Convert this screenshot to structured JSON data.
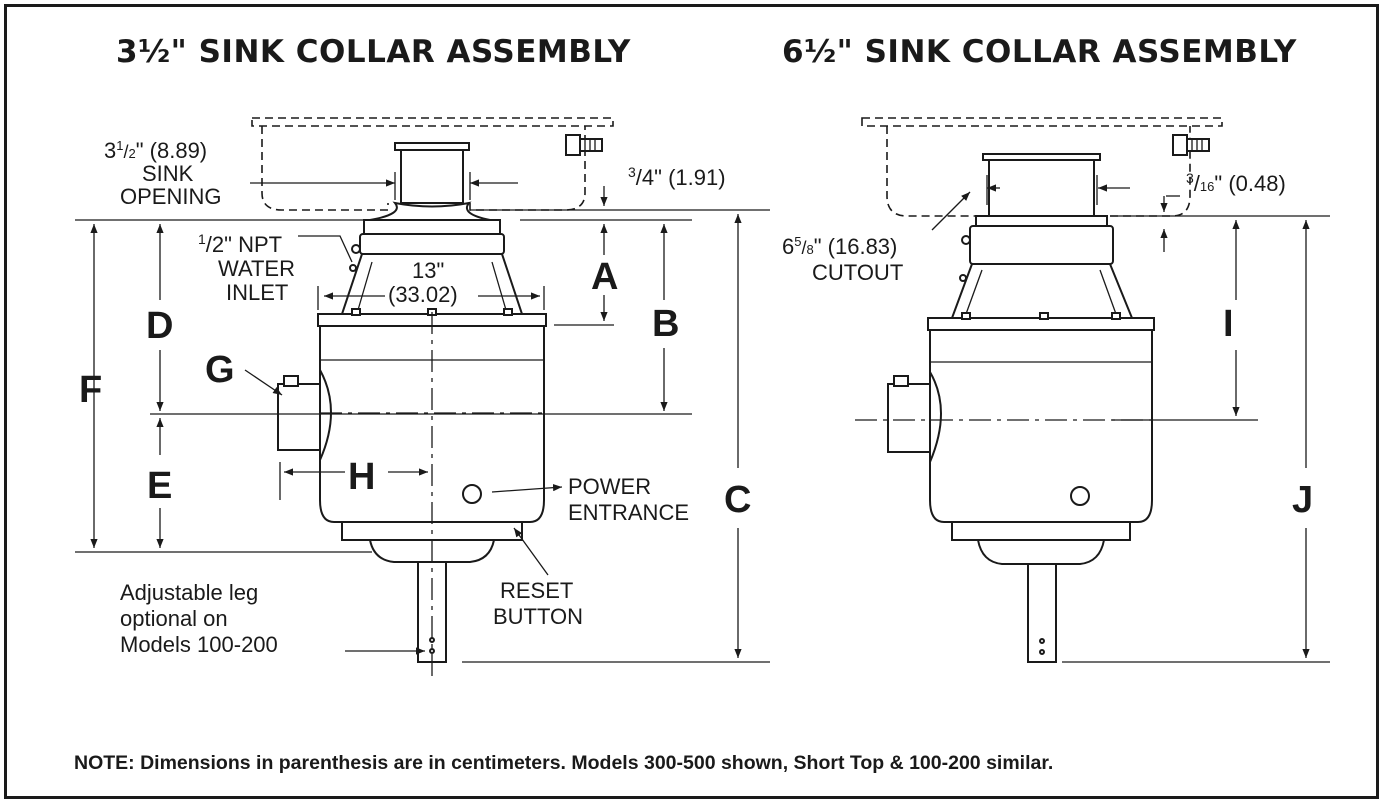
{
  "titles": {
    "left": "3½\" SINK COLLAR ASSEMBLY",
    "right": "6½\" SINK COLLAR ASSEMBLY"
  },
  "left": {
    "sink_opening": [
      "3",
      "1",
      "/",
      "2",
      "\" (8.89)",
      "SINK",
      "OPENING"
    ],
    "collar_gap": [
      "3",
      "/4\" (1.91)"
    ],
    "water_inlet": [
      "1",
      "/2\" NPT",
      "WATER",
      "INLET"
    ],
    "width": [
      "13\"",
      "(33.02)"
    ],
    "power": [
      "POWER",
      "ENTRANCE"
    ],
    "reset": [
      "RESET",
      "BUTTON"
    ],
    "leg_note": [
      "Adjustable leg",
      "optional on",
      "Models 100-200"
    ],
    "letters": [
      "A",
      "B",
      "C",
      "D",
      "E",
      "F",
      "G",
      "H"
    ]
  },
  "right": {
    "cutout": [
      "6",
      "5",
      "/",
      "8",
      "\" (16.83)",
      "CUTOUT"
    ],
    "collar_gap": [
      "3",
      "/",
      "16",
      "\" (0.48)"
    ],
    "letters": [
      "I",
      "J"
    ]
  },
  "note": "NOTE: Dimensions in parenthesis are in centimeters.  Models 300-500 shown, Short Top & 100-200 similar."
}
